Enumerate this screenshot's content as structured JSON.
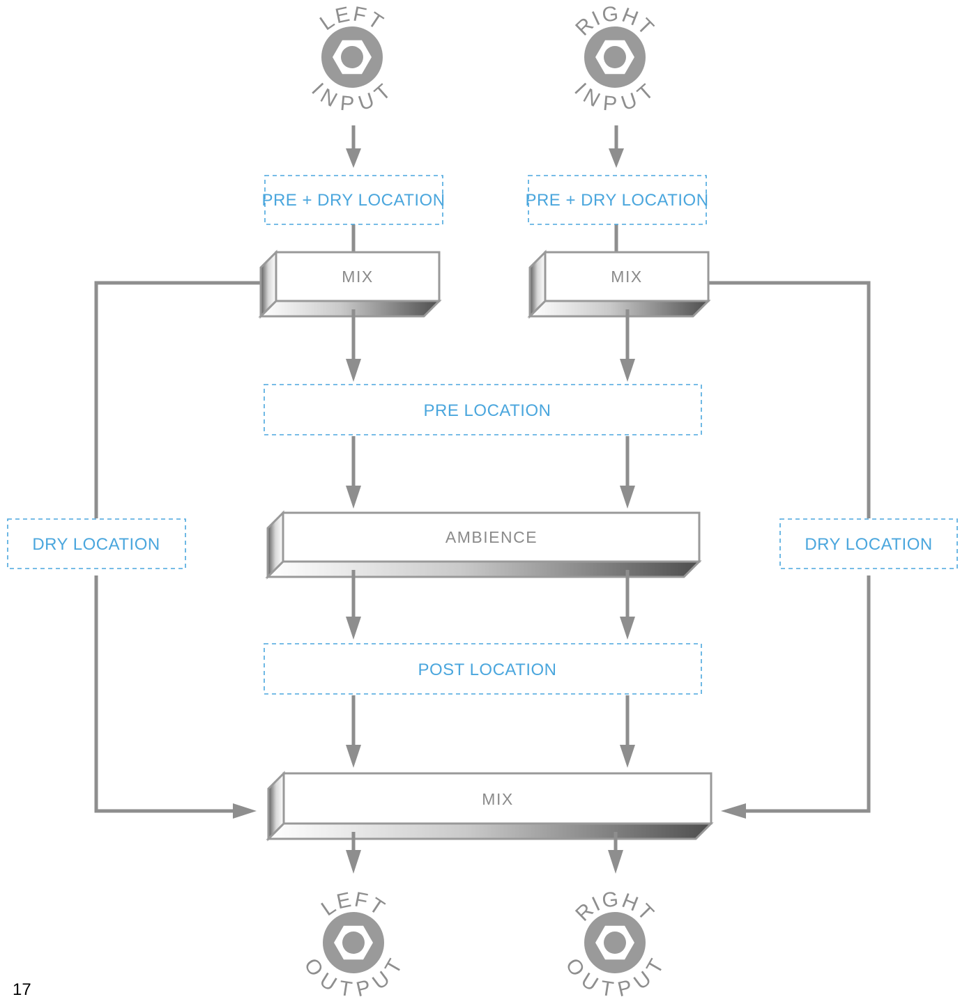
{
  "jacks": {
    "left_input": {
      "top": "LEFT",
      "bottom": "INPUT"
    },
    "right_input": {
      "top": "RIGHT",
      "bottom": "INPUT"
    },
    "left_output": {
      "top": "LEFT",
      "bottom": "OUTPUT"
    },
    "right_output": {
      "top": "RIGHT",
      "bottom": "OUTPUT"
    }
  },
  "locations": {
    "pre_dry_left": "PRE + DRY LOCATION",
    "pre_dry_right": "PRE + DRY LOCATION",
    "pre": "PRE LOCATION",
    "post": "POST LOCATION",
    "dry_left": "DRY LOCATION",
    "dry_right": "DRY LOCATION"
  },
  "blocks": {
    "mix_left": "MIX",
    "mix_right": "MIX",
    "ambience": "AMBIENCE",
    "mix_out": "MIX"
  },
  "page_number": "17",
  "colors": {
    "location_blue": "#4aa6dd",
    "wire_gray": "#8e8e8e",
    "block_outline": "#999999"
  }
}
